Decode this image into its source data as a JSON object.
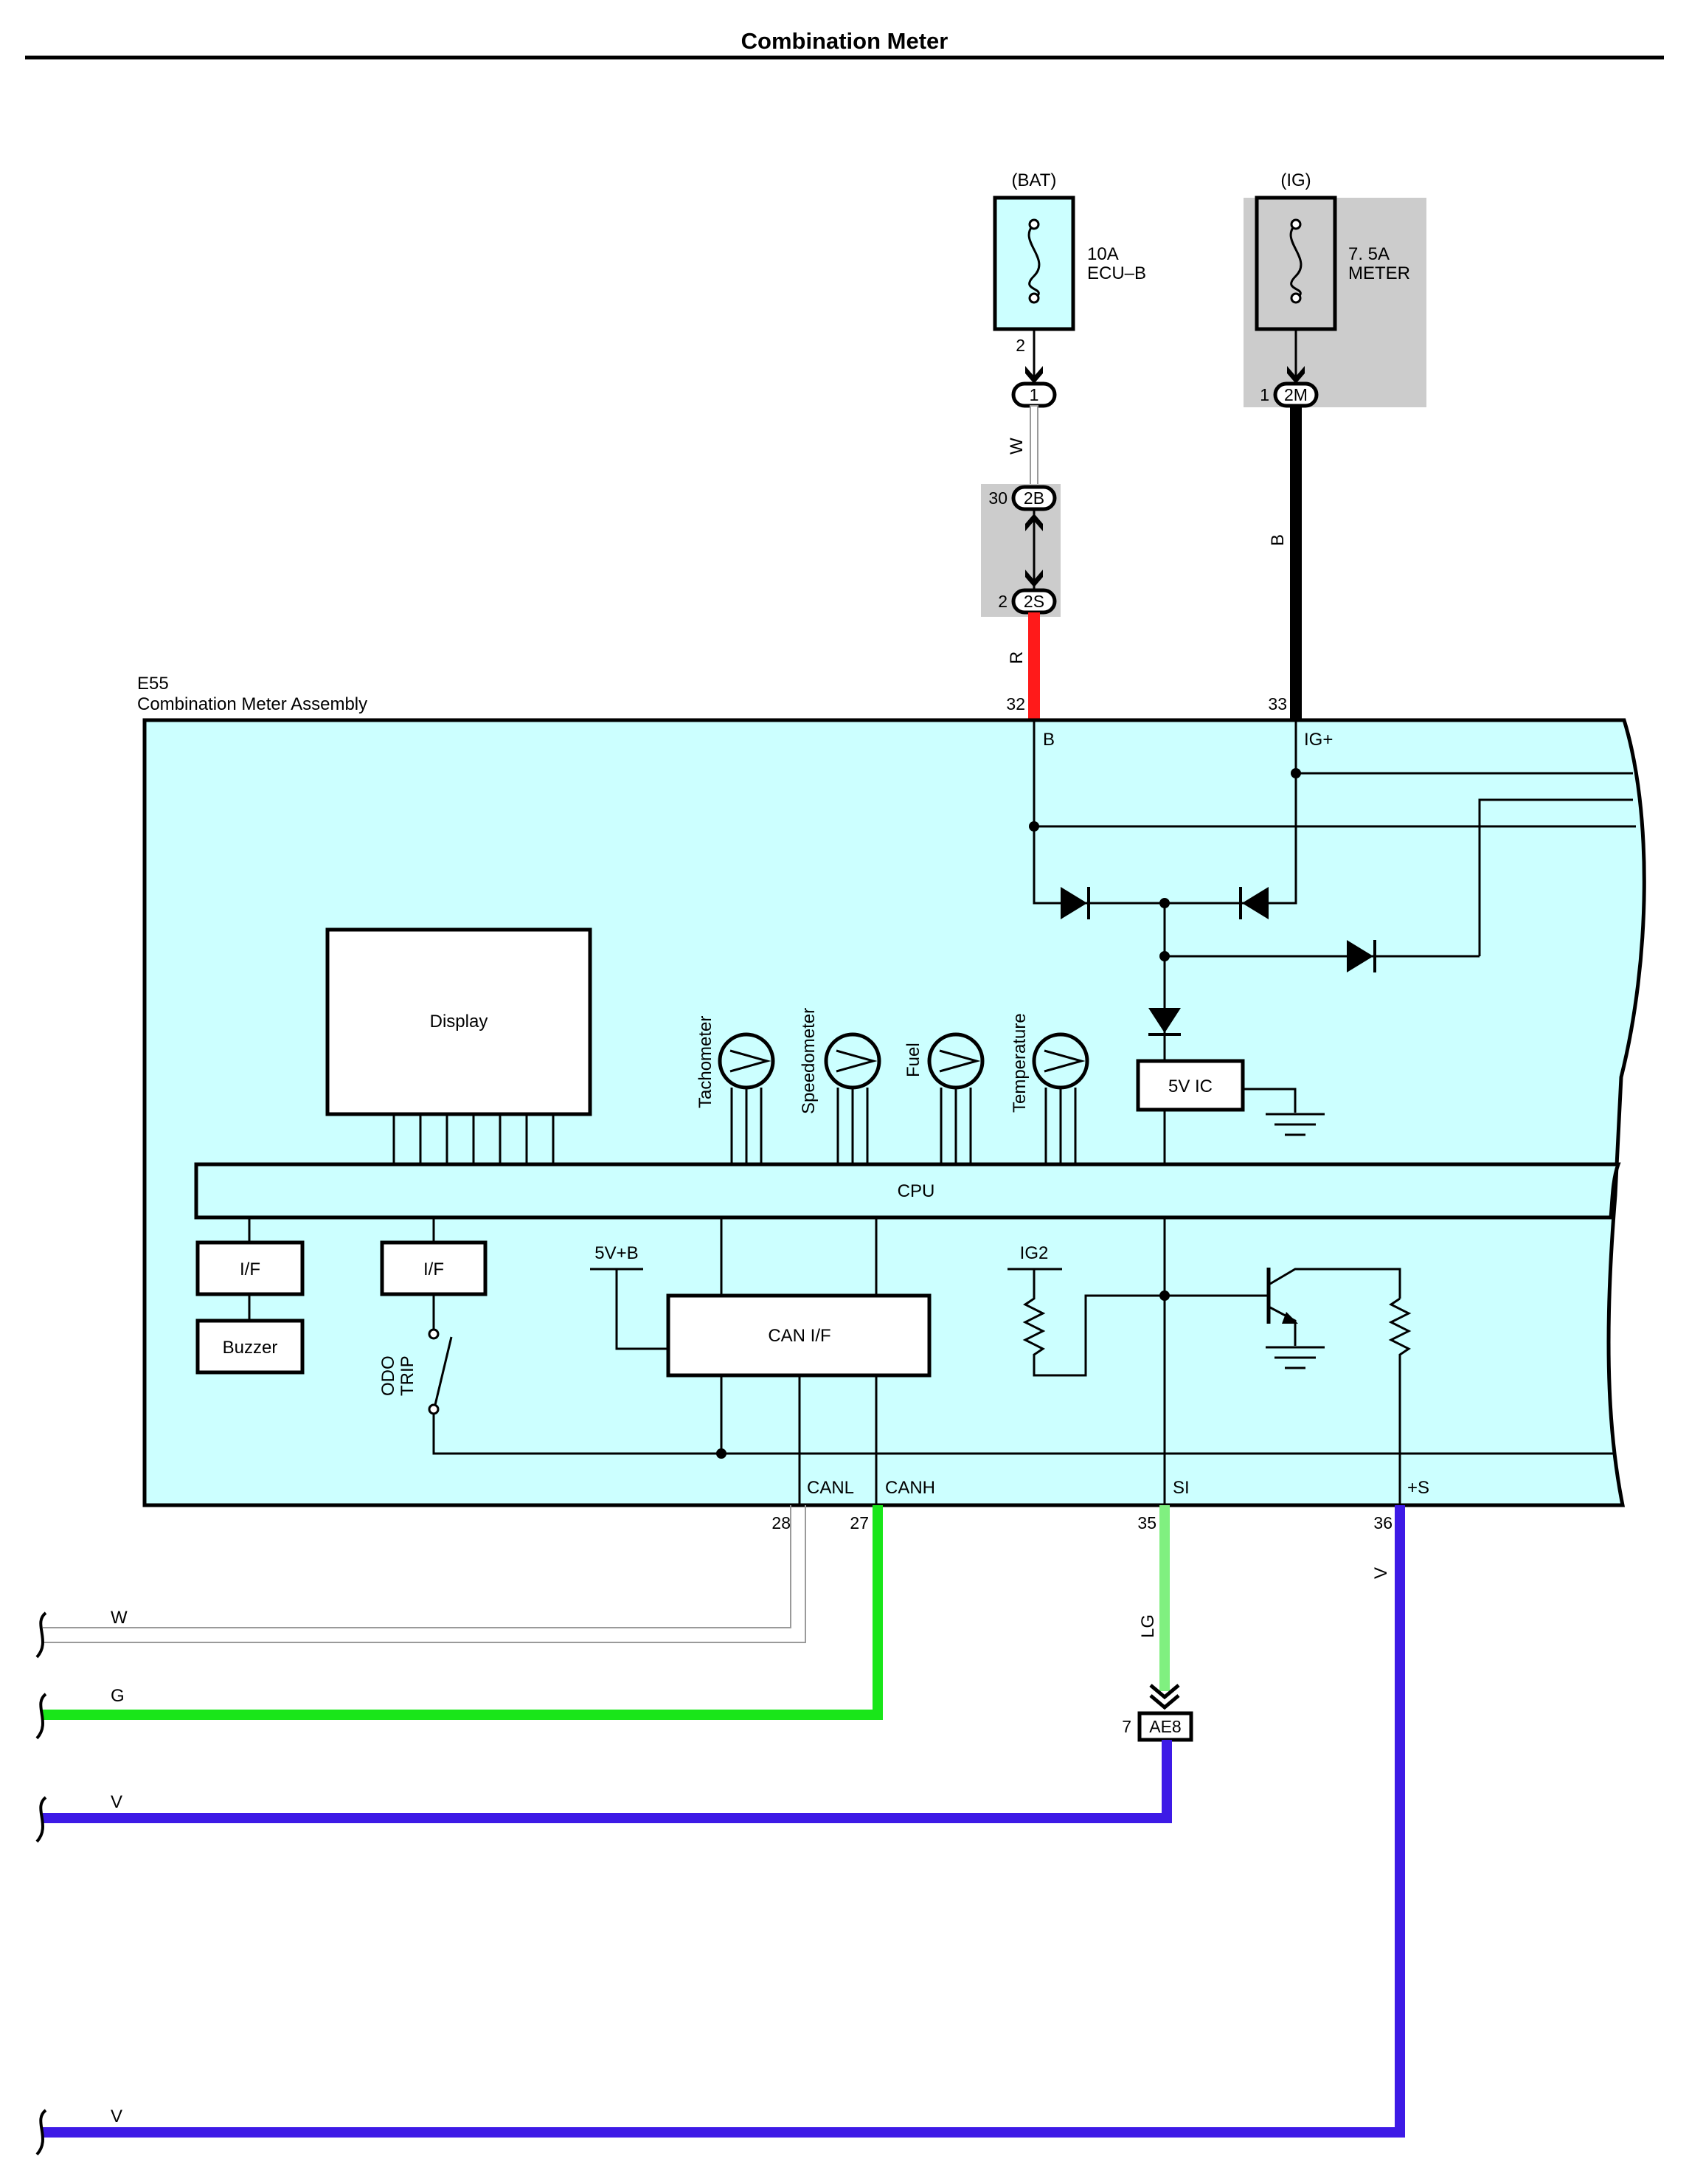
{
  "title": "Combination Meter",
  "component": {
    "id": "E55",
    "name": "Combination Meter Assembly"
  },
  "fuses": [
    {
      "source": "(BAT)",
      "rating": "10A",
      "name": "ECU–B"
    },
    {
      "source": "(IG)",
      "rating": "7. 5A",
      "name": "METER"
    }
  ],
  "connectors": [
    {
      "id": "1",
      "pin": "2"
    },
    {
      "id": "2M",
      "pin": "1"
    },
    {
      "id": "2B",
      "pin": "30"
    },
    {
      "id": "2S",
      "pin": "2"
    },
    {
      "id": "AE8",
      "pin": "7"
    }
  ],
  "terminals": {
    "top": [
      {
        "pin": "32",
        "name": "B"
      },
      {
        "pin": "33",
        "name": "IG+"
      }
    ],
    "bottom": [
      {
        "pin": "28",
        "name": "CANL"
      },
      {
        "pin": "27",
        "name": "CANH"
      },
      {
        "pin": "35",
        "name": "SI"
      },
      {
        "pin": "36",
        "name": "+S"
      }
    ]
  },
  "internal": {
    "display": "Display",
    "cpu": "CPU",
    "can_if": "CAN I/F",
    "ic": "5V IC",
    "if1": "I/F",
    "if2": "I/F",
    "buzzer": "Buzzer",
    "odo": "ODO",
    "trip": "TRIP",
    "v5b": "5V+B",
    "ig2": "IG2",
    "gauges": [
      "Tachometer",
      "Speedometer",
      "Fuel",
      "Temperature"
    ]
  },
  "wire_colors": {
    "w_top": "W",
    "b_top": "B",
    "r_top": "R",
    "w_can": "W",
    "g_can": "G",
    "lg_si": "LG",
    "v_si": "V",
    "v_s_vert": "V",
    "v_s": "V"
  },
  "colors": {
    "body_fill": "#ccffff",
    "shade": "#cccccc",
    "red": "#ff1a1a",
    "green": "#19e619",
    "light_green": "#80f080",
    "violet": "#3d1ae6",
    "black": "#000000",
    "white_wire": "#9a9a9a"
  }
}
